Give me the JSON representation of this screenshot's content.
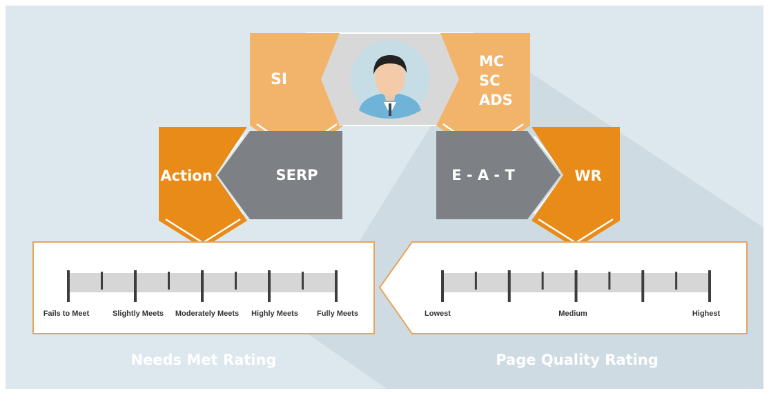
{
  "user_figure": {
    "icon": "person-avatar-icon"
  },
  "left_flow": {
    "si": "SI",
    "serp": "SERP",
    "action": "Action"
  },
  "right_flow": {
    "content_lines": [
      "MC",
      "SC",
      "ADS"
    ],
    "eat": "E - A - T",
    "wr": "WR"
  },
  "needs_met": {
    "title": "Needs Met Rating",
    "labels": [
      "Fails to Meet",
      "Slightly Meets",
      "Moderately Meets",
      "Highly Meets",
      "Fully Meets"
    ]
  },
  "page_quality": {
    "title": "Page Quality Rating",
    "labels": [
      "Lowest",
      "Medium",
      "Highest"
    ]
  },
  "colors": {
    "background": "#dde8ee",
    "shadow": "#cfdbe2",
    "light_orange": "#f2b46a",
    "dark_orange": "#e98b18",
    "gray": "#7d8185",
    "light_gray": "#d6d6d6",
    "rating_box_border": "#e8a35a"
  }
}
